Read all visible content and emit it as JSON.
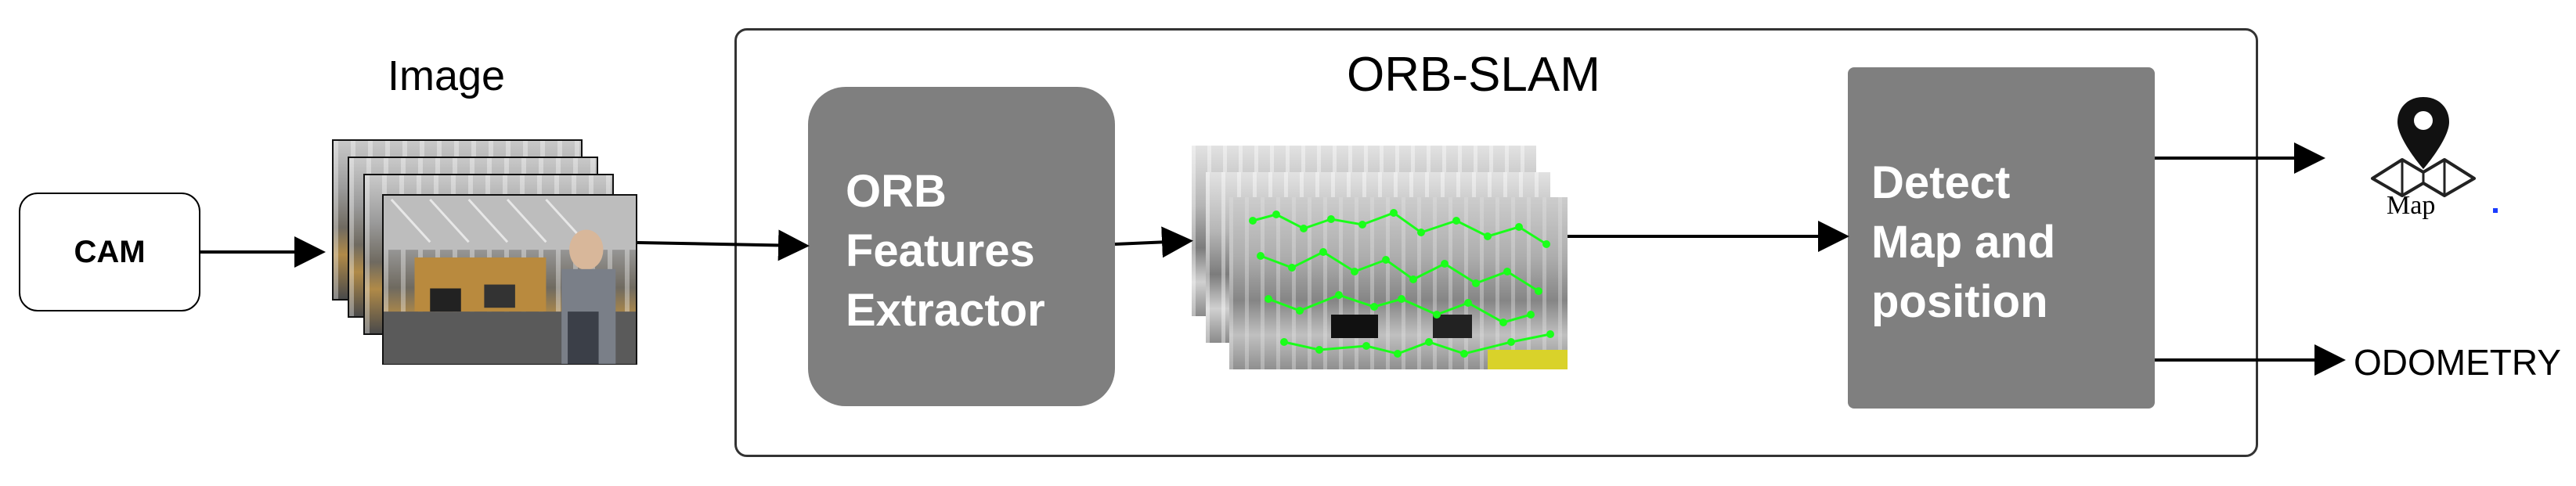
{
  "nodes": {
    "cam": "CAM",
    "image_label": "Image",
    "slam_title": "ORB-SLAM",
    "orb_extractor": [
      "ORB",
      "Features",
      "Extractor"
    ],
    "detect": [
      "Detect",
      "Map and",
      "position"
    ],
    "map_label": "Map",
    "odometry": "ODOMETRY"
  },
  "colors": {
    "process_fill": "#7f7f7f",
    "feature_green": "#1aff1a",
    "line": "#000000"
  },
  "icons": {
    "map": "map-pin-icon"
  }
}
